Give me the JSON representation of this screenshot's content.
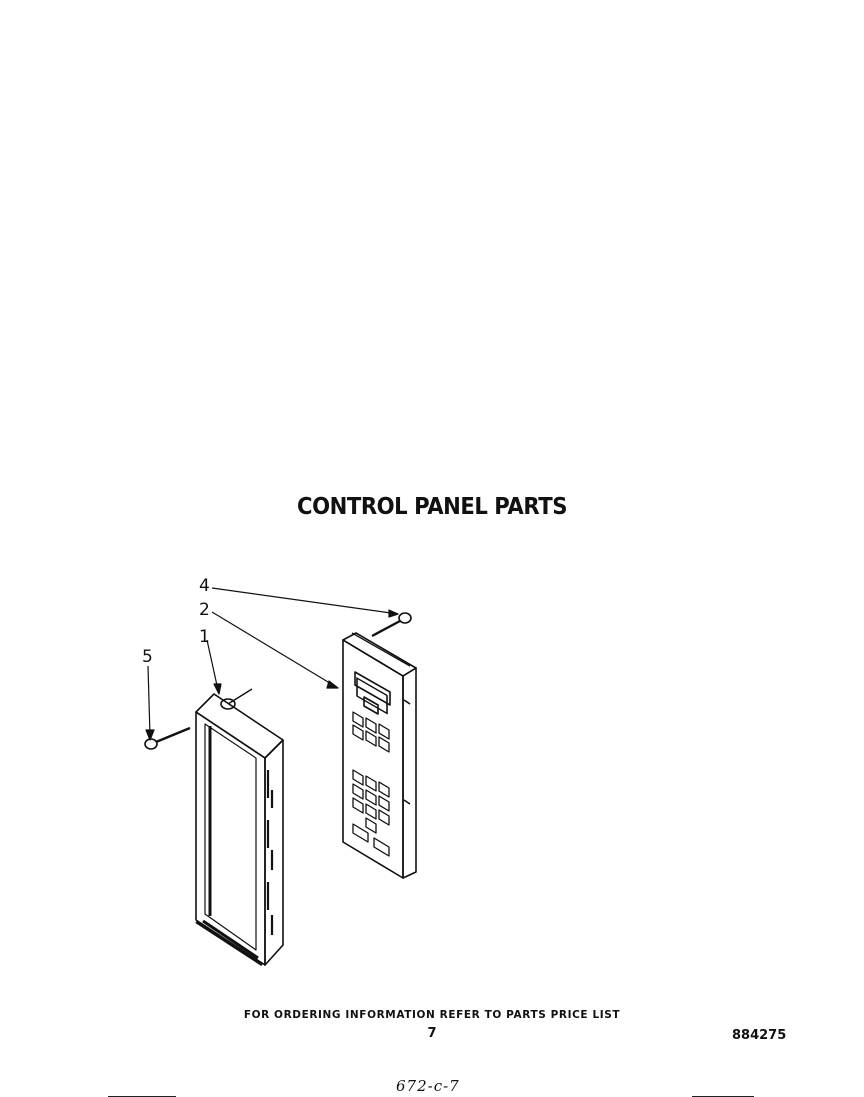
{
  "title": "CONTROL PANEL PARTS",
  "callouts": [
    {
      "label": "4"
    },
    {
      "label": "2"
    },
    {
      "label": "1"
    },
    {
      "label": "5"
    }
  ],
  "footer": {
    "note": "FOR ORDERING INFORMATION REFER TO PARTS PRICE LIST",
    "page_number": "7",
    "doc_number": "884275",
    "handwritten": "672-c-7"
  },
  "colors": {
    "ink": "#111111",
    "paper": "#ffffff"
  }
}
